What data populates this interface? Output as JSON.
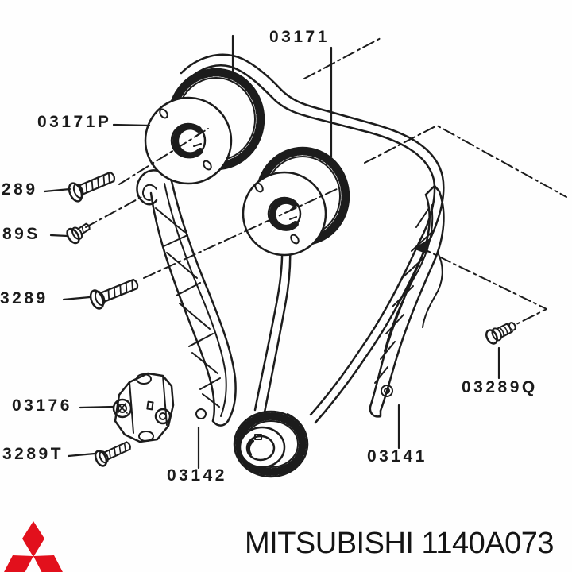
{
  "diagram": {
    "line_color": "#1c1c1c",
    "labels": {
      "chain_assembly": "03171",
      "cam_sprocket": "03171P",
      "bolt_289": "289",
      "screw_89s": "89S",
      "bolt_3289": "3289",
      "tensioner": "03176",
      "bolt_3289t": "3289T",
      "guide_left": "03142",
      "guide_right": "03141",
      "bolt_03289q": "03289Q"
    }
  },
  "footer": {
    "brand_text": "MITSUBISHI 1140A073",
    "logo_name": "mitsubishi-three-diamonds",
    "logo_color": "#e2101c"
  }
}
